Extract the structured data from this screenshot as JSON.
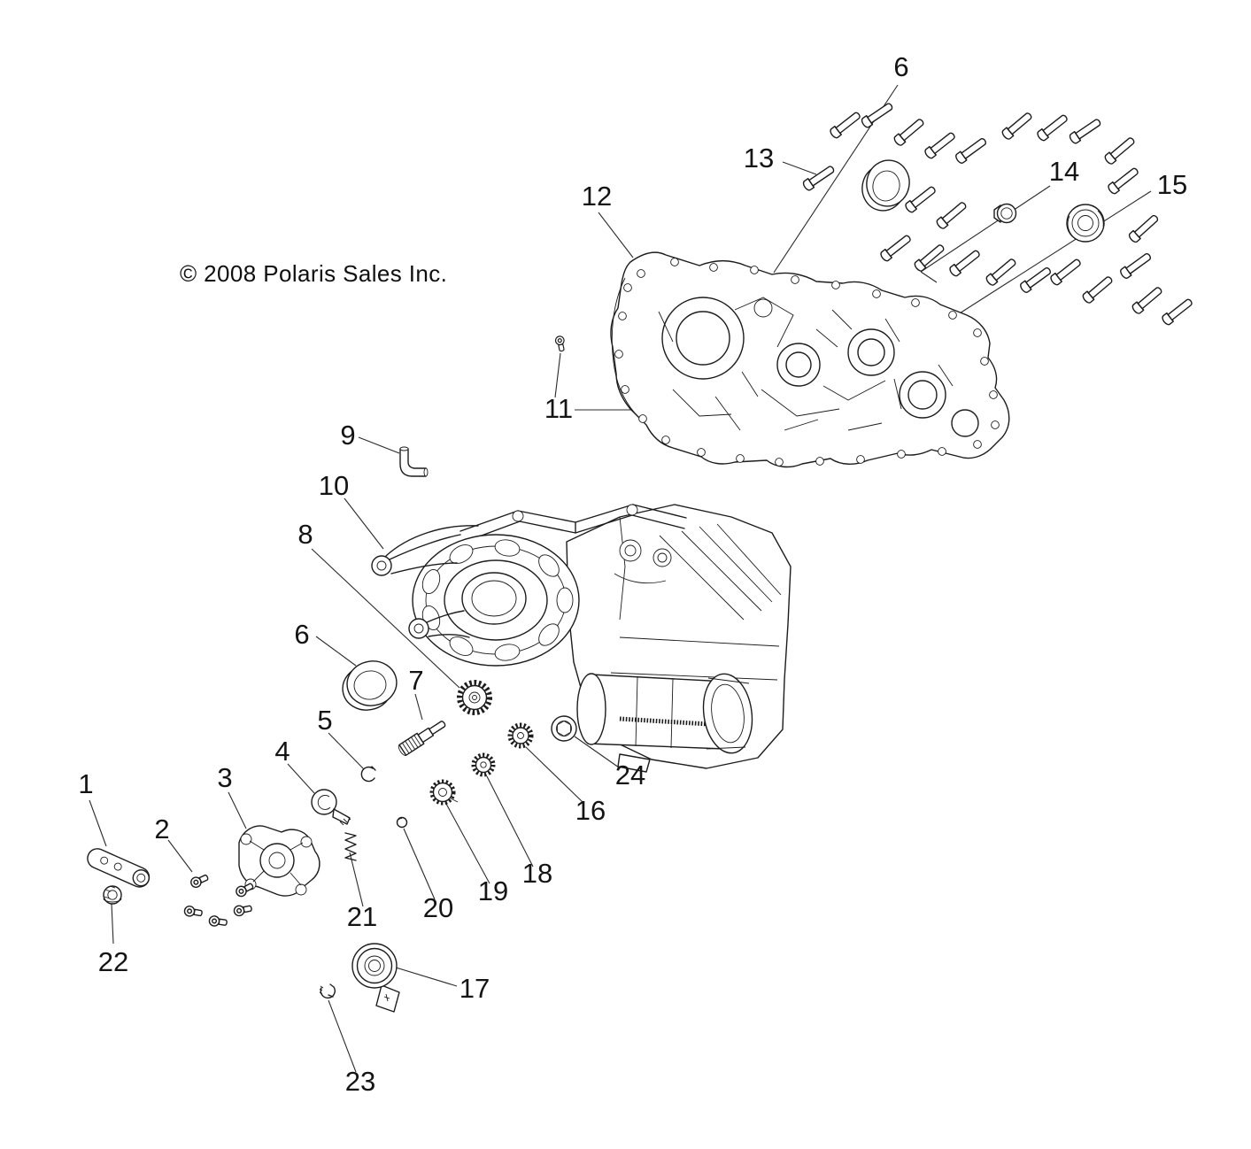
{
  "page": {
    "background_color": "#ffffff",
    "line_color": "#1c1c1c",
    "description_of_visual": "exploded parts line diagram"
  },
  "copyright": "© 2008 Polaris Sales Inc.",
  "callouts": [
    {
      "label": "6"
    },
    {
      "label": "13"
    },
    {
      "label": "14"
    },
    {
      "label": "15"
    },
    {
      "label": "12"
    },
    {
      "label": "11"
    },
    {
      "label": "9"
    },
    {
      "label": "10"
    },
    {
      "label": "8"
    },
    {
      "label": "6"
    },
    {
      "label": "7"
    },
    {
      "label": "5"
    },
    {
      "label": "4"
    },
    {
      "label": "3"
    },
    {
      "label": "2"
    },
    {
      "label": "1"
    },
    {
      "label": "22"
    },
    {
      "label": "21"
    },
    {
      "label": "20"
    },
    {
      "label": "19"
    },
    {
      "label": "18"
    },
    {
      "label": "16"
    },
    {
      "label": "24"
    },
    {
      "label": "17"
    },
    {
      "label": "23"
    }
  ]
}
